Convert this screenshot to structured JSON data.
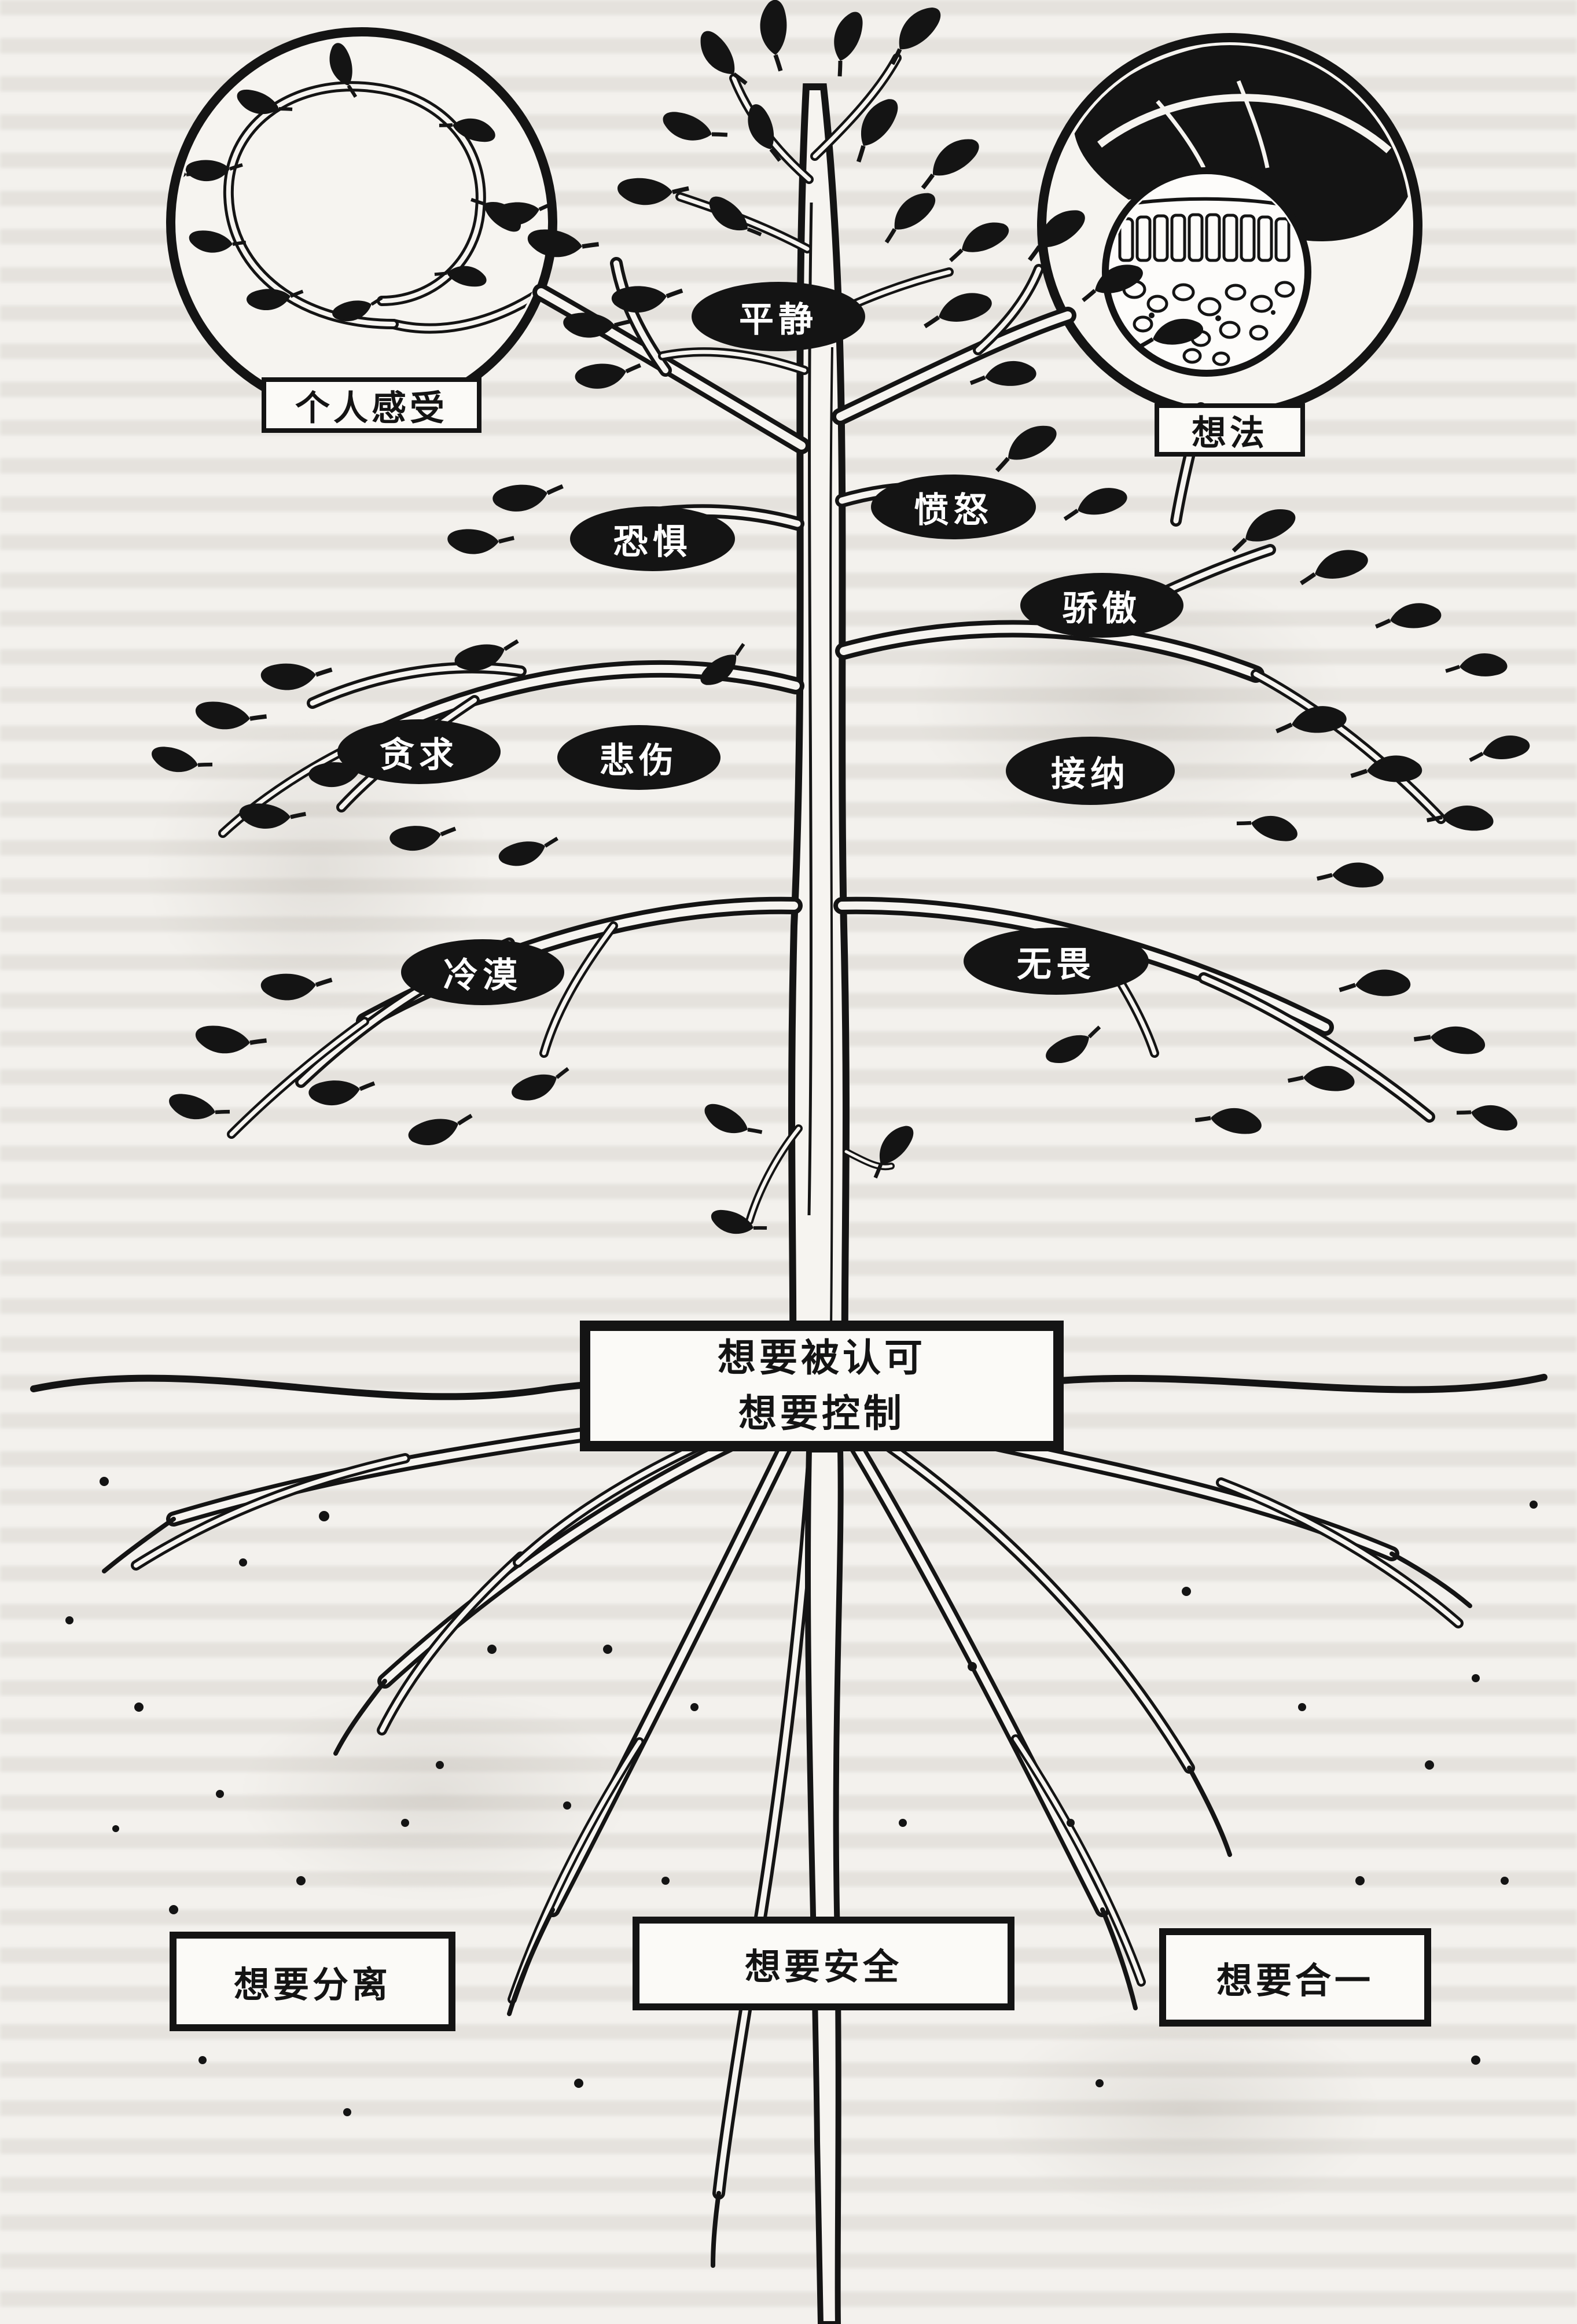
{
  "diagram": {
    "circles": {
      "left": "个人感受",
      "right": "想法"
    },
    "emotions": [
      "平静",
      "恐惧",
      "愤怒",
      "骄傲",
      "贪求",
      "悲伤",
      "接纳",
      "冷漠",
      "无畏"
    ],
    "roots": {
      "center_line1": "想要被认可",
      "center_line2": "想要控制",
      "bottom": [
        "想要分离",
        "想要安全",
        "想要合一"
      ]
    },
    "colors": {
      "ink": "#141414",
      "paper": "#f3f1ed"
    }
  }
}
